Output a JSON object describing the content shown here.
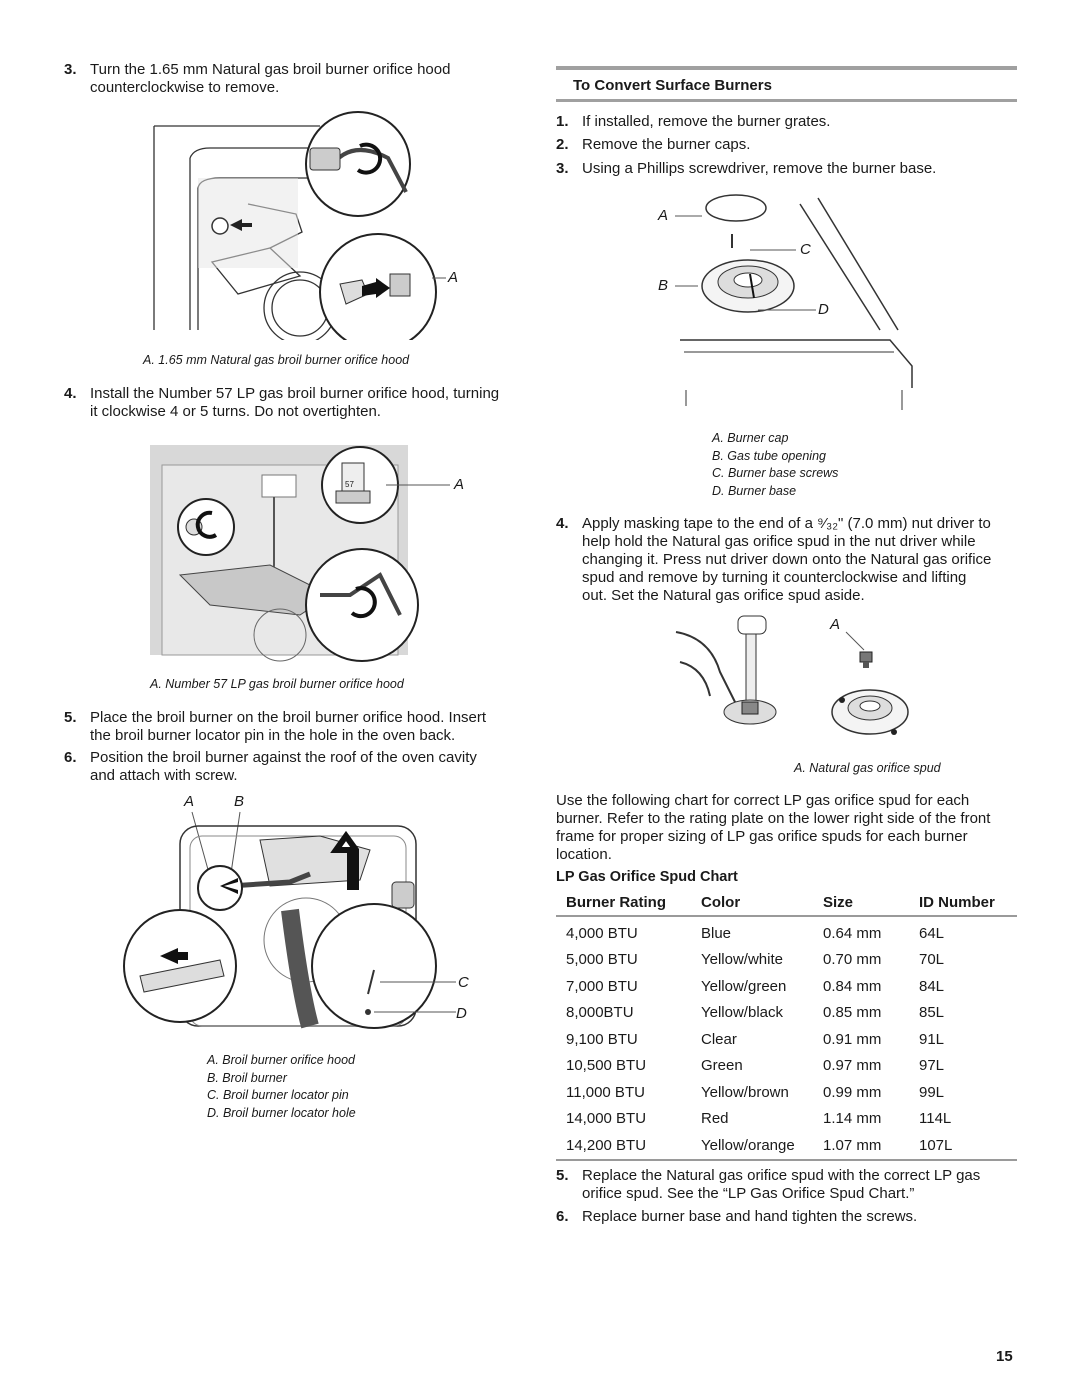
{
  "left": {
    "step3": {
      "num": "3.",
      "line1": "Turn the 1.65 mm Natural gas broil burner orifice hood",
      "line2": "counterclockwise to remove."
    },
    "fig1": {
      "label_a": "A",
      "caption": "A. 1.65 mm Natural gas broil burner orifice hood"
    },
    "step4": {
      "num": "4.",
      "line1": "Install the Number 57 LP gas broil burner orifice hood, turning",
      "line2": "it clockwise 4 or 5 turns. Do not overtighten."
    },
    "fig2": {
      "label_a": "A",
      "hood_number": "57",
      "caption": "A. Number 57 LP gas broil burner orifice hood"
    },
    "step5": {
      "num": "5.",
      "line1": "Place the broil burner on the broil burner orifice hood. Insert",
      "line2": "the broil burner locator pin in the hole in the oven back."
    },
    "step6": {
      "num": "6.",
      "line1": "Position the broil burner against the roof of the oven cavity",
      "line2": "and attach with screw."
    },
    "fig3": {
      "label_a": "A",
      "label_b": "B",
      "label_c": "C",
      "label_d": "D",
      "captions": [
        "A. Broil burner orifice hood",
        "B. Broil burner",
        "C. Broil burner locator pin",
        "D. Broil burner locator hole"
      ]
    }
  },
  "right": {
    "section_title": "To Convert Surface Burners",
    "steps_1_3": [
      {
        "num": "1.",
        "text": "If installed, remove the burner grates."
      },
      {
        "num": "2.",
        "text": "Remove the burner caps."
      },
      {
        "num": "3.",
        "text": "Using a Phillips screwdriver, remove the burner base."
      }
    ],
    "fig4": {
      "label_a": "A",
      "label_b": "B",
      "label_c": "C",
      "label_d": "D",
      "captions": [
        "A. Burner cap",
        "B. Gas tube opening",
        "C. Burner base screws",
        "D. Burner base"
      ]
    },
    "step4": {
      "num": "4.",
      "lines": [
        "Apply masking tape to the end of a ⁹⁄₃₂\" (7.0 mm) nut driver to",
        "help hold the Natural gas orifice spud in the nut driver while",
        "changing it. Press nut driver down onto the Natural gas orifice",
        "spud and remove by turning it counterclockwise and lifting",
        "out. Set the Natural gas orifice spud aside."
      ]
    },
    "fig5": {
      "label_a": "A",
      "caption": "A. Natural gas orifice spud"
    },
    "chart_intro": [
      "Use the following chart for correct LP gas orifice spud for each",
      "burner. Refer to the rating plate on the lower right side of the front",
      "frame for proper sizing of LP gas orifice spuds for each burner",
      "location."
    ],
    "chart_title": "LP Gas Orifice Spud Chart",
    "table": {
      "headers": [
        "Burner Rating",
        "Color",
        "Size",
        "ID Number"
      ],
      "rows": [
        [
          "4,000 BTU",
          "Blue",
          "0.64 mm",
          "64L"
        ],
        [
          "5,000 BTU",
          "Yellow/white",
          "0.70 mm",
          "70L"
        ],
        [
          "7,000 BTU",
          "Yellow/green",
          "0.84 mm",
          "84L"
        ],
        [
          "8,000BTU",
          "Yellow/black",
          "0.85 mm",
          "85L"
        ],
        [
          "9,100 BTU",
          "Clear",
          "0.91 mm",
          "91L"
        ],
        [
          "10,500 BTU",
          "Green",
          "0.97 mm",
          "97L"
        ],
        [
          "11,000 BTU",
          "Yellow/brown",
          "0.99 mm",
          "99L"
        ],
        [
          "14,000 BTU",
          "Red",
          "1.14 mm",
          "114L"
        ],
        [
          "14,200 BTU",
          "Yellow/orange",
          "1.07 mm",
          "107L"
        ]
      ]
    },
    "step5": {
      "num": "5.",
      "line1": "Replace the Natural gas orifice spud with the correct LP gas",
      "line2": "orifice spud. See the “LP Gas Orifice Spud Chart.”"
    },
    "step6": {
      "num": "6.",
      "text": "Replace burner base and hand tighten the screws."
    }
  },
  "page_number": "15"
}
